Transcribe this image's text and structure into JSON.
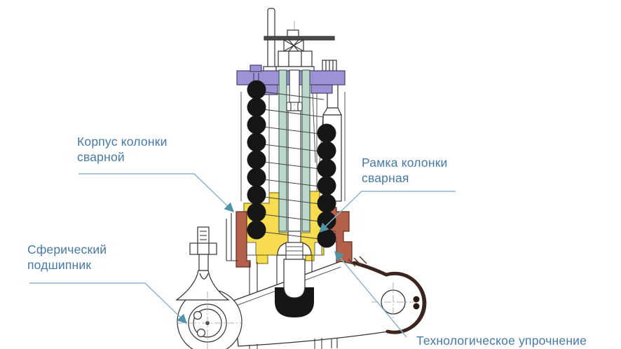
{
  "diagram": {
    "type": "engineering-cross-section",
    "labels": {
      "korpus": {
        "line1": "Корпус колонки",
        "line2": "сварной"
      },
      "ramka": {
        "line1": "Рамка колонки",
        "line2": "сварная"
      },
      "podshipnik": {
        "line1": "Сферический",
        "line2": "подшипник"
      },
      "uprochnenie": {
        "line1": "Технологическое упрочнение"
      }
    },
    "colors": {
      "background": "#ffffff",
      "label_text": "#4679a9",
      "leader_line": "#8fb3cf",
      "arrow": "#4f93a8",
      "outline": "#333333",
      "flange": "#9b93d6",
      "tube": "#bdd8cb",
      "body": "#f6dc4e",
      "frame": "#b4614b",
      "spring": "#161616",
      "hardened": "#3b241c"
    }
  }
}
